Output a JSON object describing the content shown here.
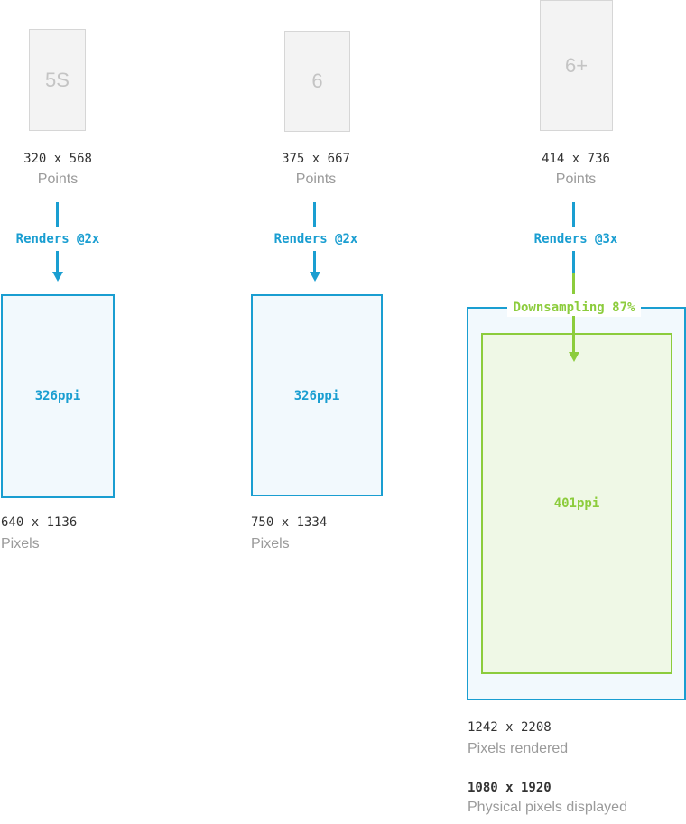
{
  "colors": {
    "blue": "#1a9ed1",
    "green": "#8ccc3c",
    "phone_gray": "#f3f3f3"
  },
  "devices": [
    {
      "label": "5S",
      "points": "320 x 568",
      "points_caption": "Points",
      "render": "Renders @2x",
      "ppi": "326ppi",
      "pixels": "640 x 1136",
      "pixels_caption": "Pixels"
    },
    {
      "label": "6",
      "points": "375 x 667",
      "points_caption": "Points",
      "render": "Renders @2x",
      "ppi": "326ppi",
      "pixels": "750 x 1334",
      "pixels_caption": "Pixels"
    },
    {
      "label": "6+",
      "points": "414 x 736",
      "points_caption": "Points",
      "render": "Renders @3x",
      "downsampling": "Downsampling 87%",
      "ppi": "401ppi",
      "pixels_rendered": "1242 x 2208",
      "pixels_rendered_caption": "Pixels rendered",
      "pixels_displayed": "1080 x 1920",
      "pixels_displayed_caption": "Physical pixels displayed"
    }
  ]
}
